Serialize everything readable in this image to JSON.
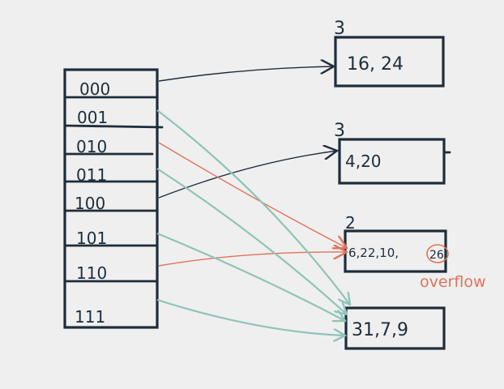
{
  "directory": {
    "entries": [
      "000",
      "001",
      "010",
      "011",
      "100",
      "101",
      "110",
      "111"
    ]
  },
  "buckets": [
    {
      "id": "b1",
      "local_depth": "3",
      "contents": "16, 24"
    },
    {
      "id": "b2",
      "local_depth": "3",
      "contents": "4,20"
    },
    {
      "id": "b3",
      "local_depth": "2",
      "contents": "6,22,10,",
      "overflow_value": "26"
    },
    {
      "id": "b4",
      "local_depth": "",
      "contents": "31,7,9"
    }
  ],
  "overflow_note": "overflow",
  "colors": {
    "ink": "#1e2d3a",
    "teal": "#8fc4b7",
    "red": "#e0735d",
    "background": "#efefef"
  }
}
